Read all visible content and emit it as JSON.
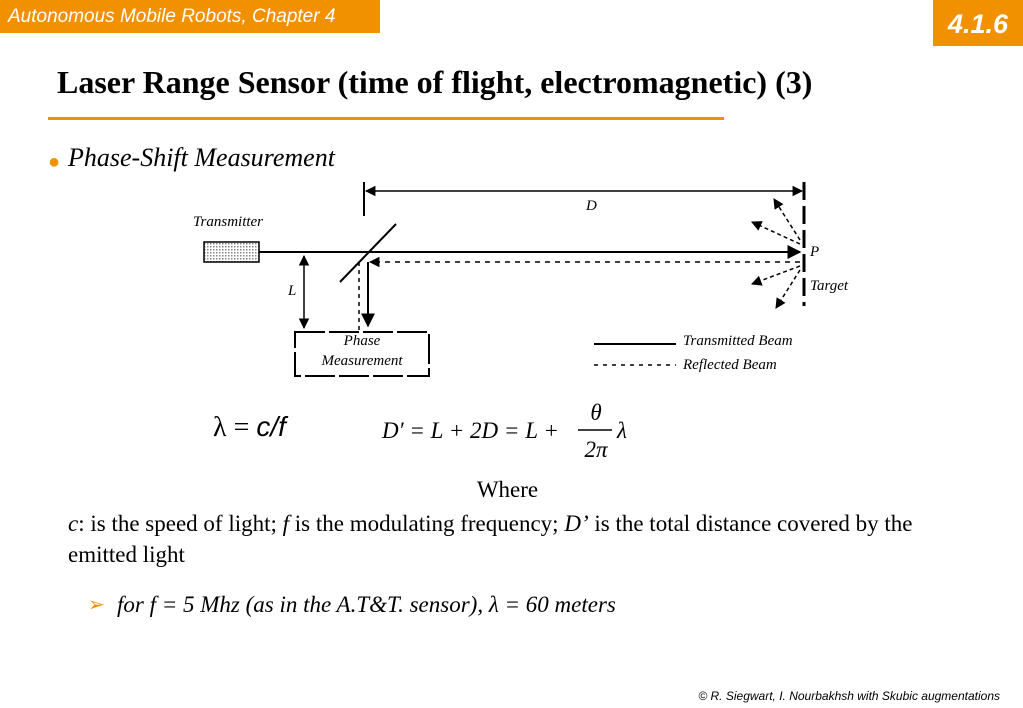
{
  "header": {
    "course": "Autonomous Mobile Robots, Chapter 4",
    "section": "4.1.6"
  },
  "title": "Laser Range Sensor (time of flight, electromagnetic) (3)",
  "bullet": "Phase-Shift Measurement",
  "diagram": {
    "transmitter": "Transmitter",
    "distance": "D",
    "length": "L",
    "point": "P",
    "target": "Target",
    "phase_line1": "Phase",
    "phase_line2": "Measurement",
    "legend_transmitted": "Transmitted Beam",
    "legend_reflected": "Reflected Beam"
  },
  "equations": {
    "lambda": "λ = ",
    "cf": "c/f",
    "dprime_lhs": "D′ = L + 2D = L +",
    "theta": "θ",
    "two_pi": "2π",
    "lambda_sym": "λ"
  },
  "where": "Where",
  "description": {
    "c": "c",
    "c_text": ": is the speed of light; ",
    "f": "f",
    "f_text": " is the modulating frequency; ",
    "d": "D’",
    "d_text": " is the total distance covered by the emitted light"
  },
  "subbullet": "for f = 5 Mhz (as in the A.T&T. sensor), λ = 60 meters",
  "footer": "© R. Siegwart, I. Nourbakhsh with Skubic augmentations",
  "colors": {
    "accent": "#f29100"
  }
}
